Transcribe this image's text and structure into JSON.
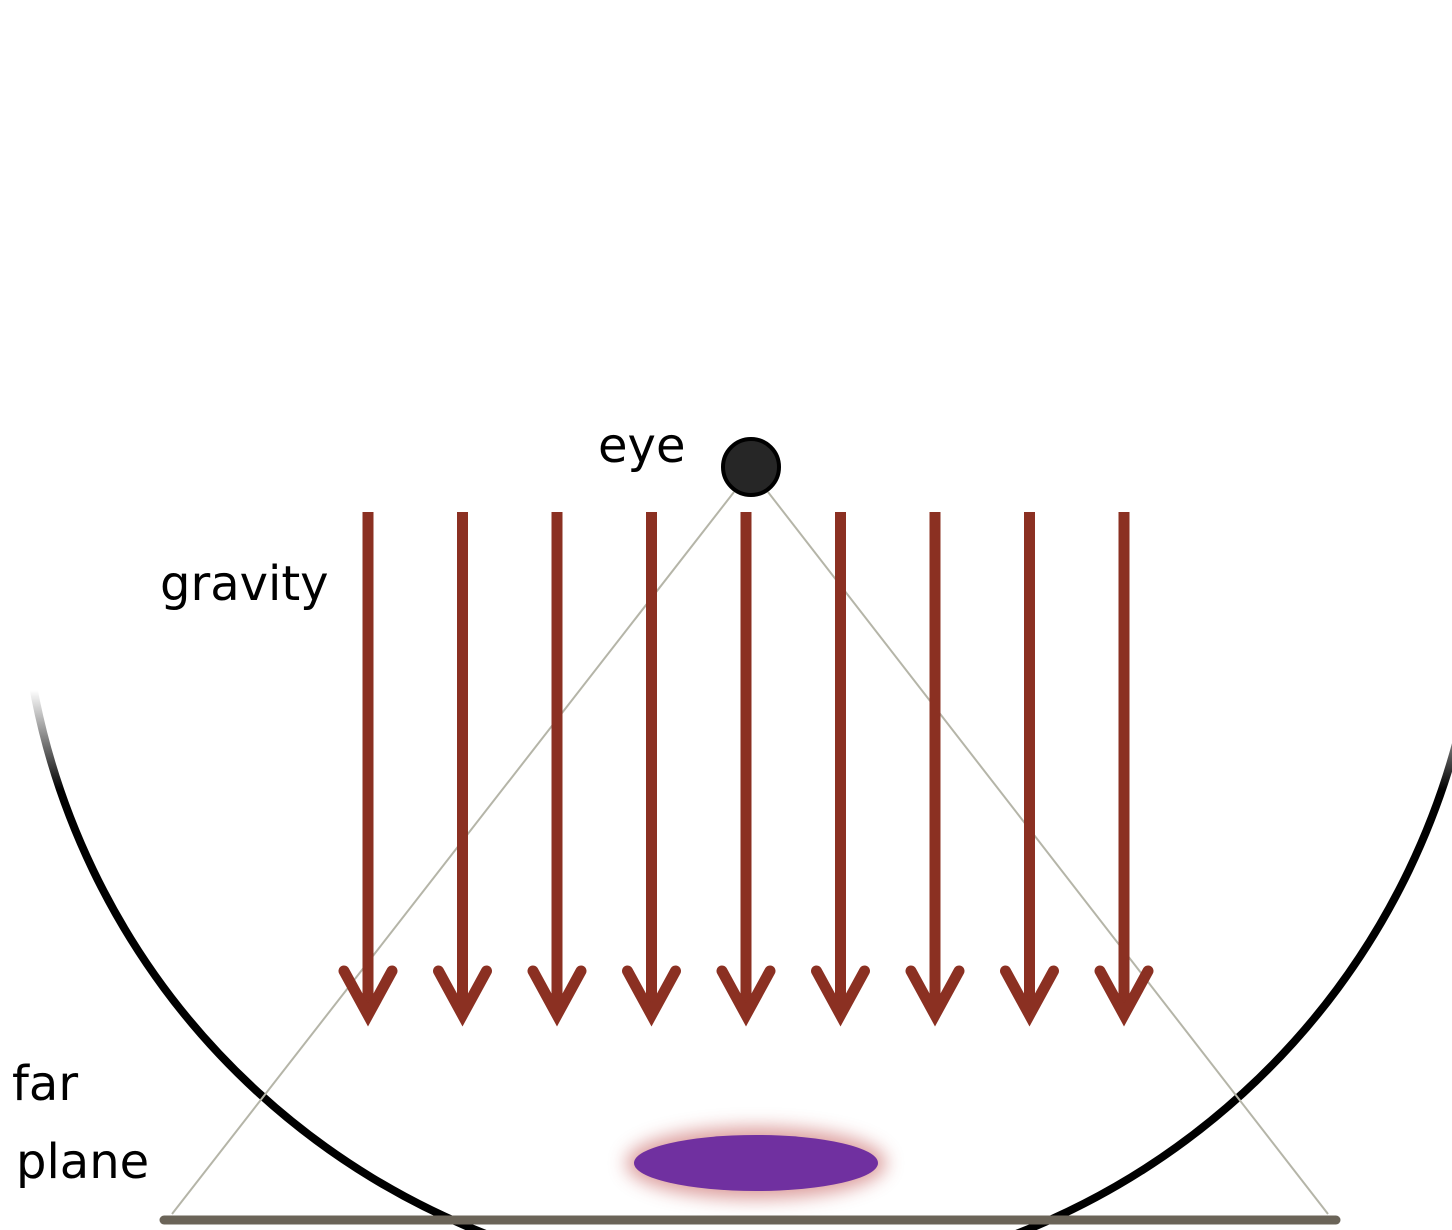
{
  "labels": {
    "eye": "eye",
    "gravity": "gravity",
    "far_plane_line1": "far",
    "far_plane_line2": "plane"
  },
  "colors": {
    "background": "#ffffff",
    "bowl": "#000000",
    "gravity_arrow": "#8b3022",
    "eye_fill": "#262626",
    "eye_stroke": "#000000",
    "frustum_line": "#b5b5a8",
    "far_plane": "#6b6458",
    "object_fill": "#7030a0",
    "object_glow": "#c0504d"
  },
  "gravity_arrows": {
    "count": 9,
    "direction": "down"
  },
  "icons": {
    "eye": "filled-circle",
    "object": "ellipse-blob"
  }
}
